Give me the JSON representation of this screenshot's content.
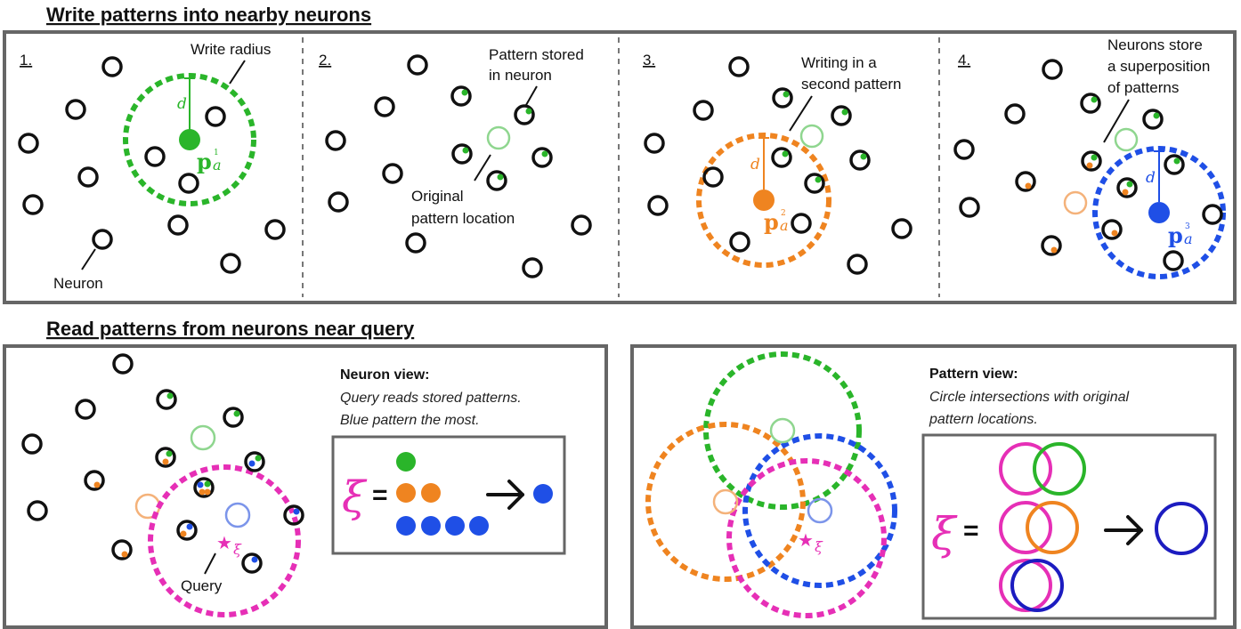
{
  "top_title": "Write patterns into nearby neurons",
  "bottom_title": "Read patterns from neurons near query",
  "panels": {
    "p1": {
      "step": "1.",
      "write_radius": "Write radius",
      "neuron": "Neuron",
      "d": "d",
      "p_main": "p",
      "p_sub": "a",
      "p_sup": "1"
    },
    "p2": {
      "step": "2.",
      "stored_line1": "Pattern stored",
      "stored_line2": "in neuron",
      "orig_line1": "Original",
      "orig_line2": "pattern location"
    },
    "p3": {
      "step": "3.",
      "second_line1": "Writing in a",
      "second_line2": "second pattern",
      "d": "d",
      "p_main": "p",
      "p_sub": "a",
      "p_sup": "2"
    },
    "p4": {
      "step": "4.",
      "super_line1": "Neurons store",
      "super_line2": "a superposition",
      "super_line3": "of patterns",
      "d": "d",
      "p_main": "p",
      "p_sub": "a",
      "p_sup": "3"
    }
  },
  "neuron_view": {
    "header": "Neuron view:",
    "line1": "Query reads stored patterns.",
    "line2": "Blue pattern the most.",
    "query": "Query",
    "xi": "ξ",
    "eq": "="
  },
  "pattern_view": {
    "header": "Pattern view:",
    "line1": "Circle intersections with original",
    "line2": "pattern locations.",
    "xi": "ξ",
    "eq": "="
  },
  "colors": {
    "green": "#2ab52a",
    "orange": "#ef8420",
    "blue": "#1f4fe6",
    "magenta": "#e62fb6",
    "darkblue": "#1c1cc0",
    "light_green": "#8fd68f",
    "light_orange": "#f4b27a",
    "light_blue": "#7c95ea",
    "border": "#666666",
    "divider": "#777777"
  }
}
